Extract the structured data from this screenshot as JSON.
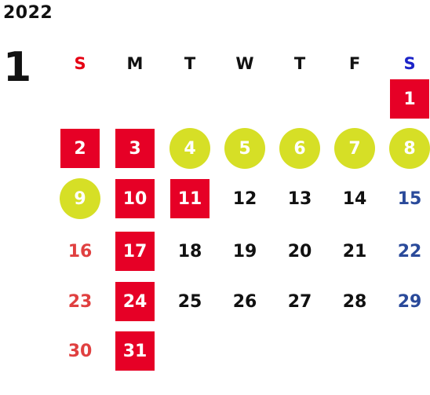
{
  "calendar": {
    "year": "2022",
    "month": "1",
    "colors": {
      "holiday_bg": "#e60026",
      "workday_bg": "#d6df26",
      "sunday_text": "#e60013",
      "saturday_text": "#1c24c8"
    },
    "weekdays": [
      "S",
      "M",
      "T",
      "W",
      "T",
      "F",
      "S"
    ],
    "weeks": [
      [
        null,
        null,
        null,
        null,
        null,
        null,
        {
          "d": "1",
          "s": "holiday"
        }
      ],
      [
        {
          "d": "2",
          "s": "holiday"
        },
        {
          "d": "3",
          "s": "holiday"
        },
        {
          "d": "4",
          "s": "workday"
        },
        {
          "d": "5",
          "s": "workday"
        },
        {
          "d": "6",
          "s": "workday"
        },
        {
          "d": "7",
          "s": "workday"
        },
        {
          "d": "8",
          "s": "workday"
        }
      ],
      [
        {
          "d": "9",
          "s": "workday"
        },
        {
          "d": "10",
          "s": "holiday"
        },
        {
          "d": "11",
          "s": "holiday"
        },
        {
          "d": "12",
          "s": ""
        },
        {
          "d": "13",
          "s": ""
        },
        {
          "d": "14",
          "s": ""
        },
        {
          "d": "15",
          "s": ""
        }
      ],
      [
        {
          "d": "16",
          "s": ""
        },
        {
          "d": "17",
          "s": "holiday"
        },
        {
          "d": "18",
          "s": ""
        },
        {
          "d": "19",
          "s": ""
        },
        {
          "d": "20",
          "s": ""
        },
        {
          "d": "21",
          "s": ""
        },
        {
          "d": "22",
          "s": ""
        }
      ],
      [
        {
          "d": "23",
          "s": ""
        },
        {
          "d": "24",
          "s": "holiday"
        },
        {
          "d": "25",
          "s": ""
        },
        {
          "d": "26",
          "s": ""
        },
        {
          "d": "27",
          "s": ""
        },
        {
          "d": "28",
          "s": ""
        },
        {
          "d": "29",
          "s": ""
        }
      ],
      [
        {
          "d": "30",
          "s": ""
        },
        {
          "d": "31",
          "s": "holiday"
        },
        null,
        null,
        null,
        null,
        null
      ]
    ]
  }
}
